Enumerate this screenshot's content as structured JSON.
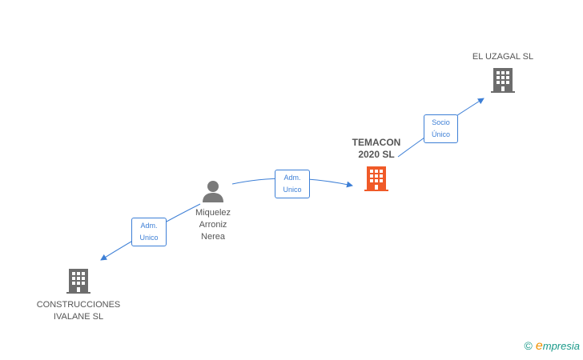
{
  "nodes": {
    "el_uzagal": {
      "label": "EL UZAGAL SL"
    },
    "temacon": {
      "label_line1": "TEMACON",
      "label_line2": "2020 SL"
    },
    "person": {
      "line1": "Miquelez",
      "line2": "Arroniz",
      "line3": "Nerea"
    },
    "construcciones": {
      "line1": "CONSTRUCCIONES",
      "line2": "IVALANE SL"
    }
  },
  "relations": {
    "socio_unico": {
      "line1": "Socio",
      "line2": "Único"
    },
    "adm_unico_temacon": {
      "line1": "Adm.",
      "line2": "Unico"
    },
    "adm_unico_construcciones": {
      "line1": "Adm.",
      "line2": "Unico"
    }
  },
  "brand": {
    "copyright": "©",
    "first_letter": "e",
    "rest": "mpresia"
  },
  "colors": {
    "company": "#6d6d6d",
    "highlight": "#f05a28",
    "edge": "#3d7fd6"
  }
}
